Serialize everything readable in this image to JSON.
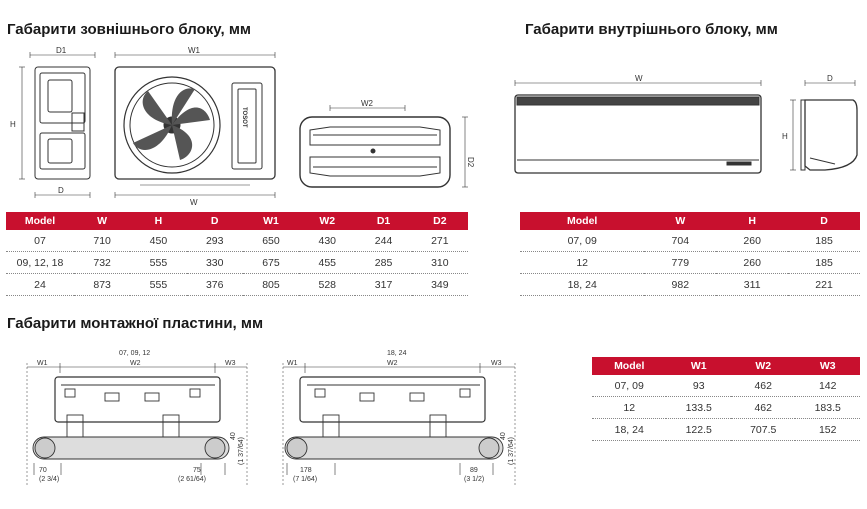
{
  "titles": {
    "outdoor": "Габарити зовнішнього блоку, мм",
    "indoor": "Габарити внутрішнього блоку, мм",
    "plate": "Габарити монтажної пластини, мм"
  },
  "outdoor_labels": {
    "d1": "D1",
    "w1": "W1",
    "h": "H",
    "d": "D",
    "w": "W",
    "w2": "W2",
    "d2": "D2",
    "brand": "TOSOT"
  },
  "indoor_labels": {
    "w": "W",
    "d": "D",
    "h": "H"
  },
  "plate_labels": {
    "left_title": "07, 09, 12",
    "right_title": "18, 24",
    "w1": "W1",
    "w2": "W2",
    "w3": "W3",
    "left_bottom_left": "70",
    "left_bottom_left_in": "(2 3/4)",
    "left_bottom_right": "75",
    "left_bottom_right_in": "(2 61/64)",
    "left_side": "40",
    "left_side_in": "(1 37/64)",
    "right_bottom_left": "178",
    "right_bottom_left_in": "(7 1/64)",
    "right_bottom_right": "89",
    "right_bottom_right_in": "(3 1/2)",
    "right_side": "40",
    "right_side_in": "(1 37/64)"
  },
  "outdoor_table": {
    "headers": [
      "Model",
      "W",
      "H",
      "D",
      "W1",
      "W2",
      "D1",
      "D2"
    ],
    "rows": [
      [
        "07",
        "710",
        "450",
        "293",
        "650",
        "430",
        "244",
        "271"
      ],
      [
        "09, 12, 18",
        "732",
        "555",
        "330",
        "675",
        "455",
        "285",
        "310"
      ],
      [
        "24",
        "873",
        "555",
        "376",
        "805",
        "528",
        "317",
        "349"
      ]
    ]
  },
  "indoor_table": {
    "headers": [
      "Model",
      "W",
      "H",
      "D"
    ],
    "rows": [
      [
        "07, 09",
        "704",
        "260",
        "185"
      ],
      [
        "12",
        "779",
        "260",
        "185"
      ],
      [
        "18, 24",
        "982",
        "311",
        "221"
      ]
    ]
  },
  "plate_table": {
    "headers": [
      "Model",
      "W1",
      "W2",
      "W3"
    ],
    "rows": [
      [
        "07, 09",
        "93",
        "462",
        "142"
      ],
      [
        "12",
        "133.5",
        "462",
        "183.5"
      ],
      [
        "18, 24",
        "122.5",
        "707.5",
        "152"
      ]
    ]
  },
  "colors": {
    "accent": "#c8102e"
  }
}
